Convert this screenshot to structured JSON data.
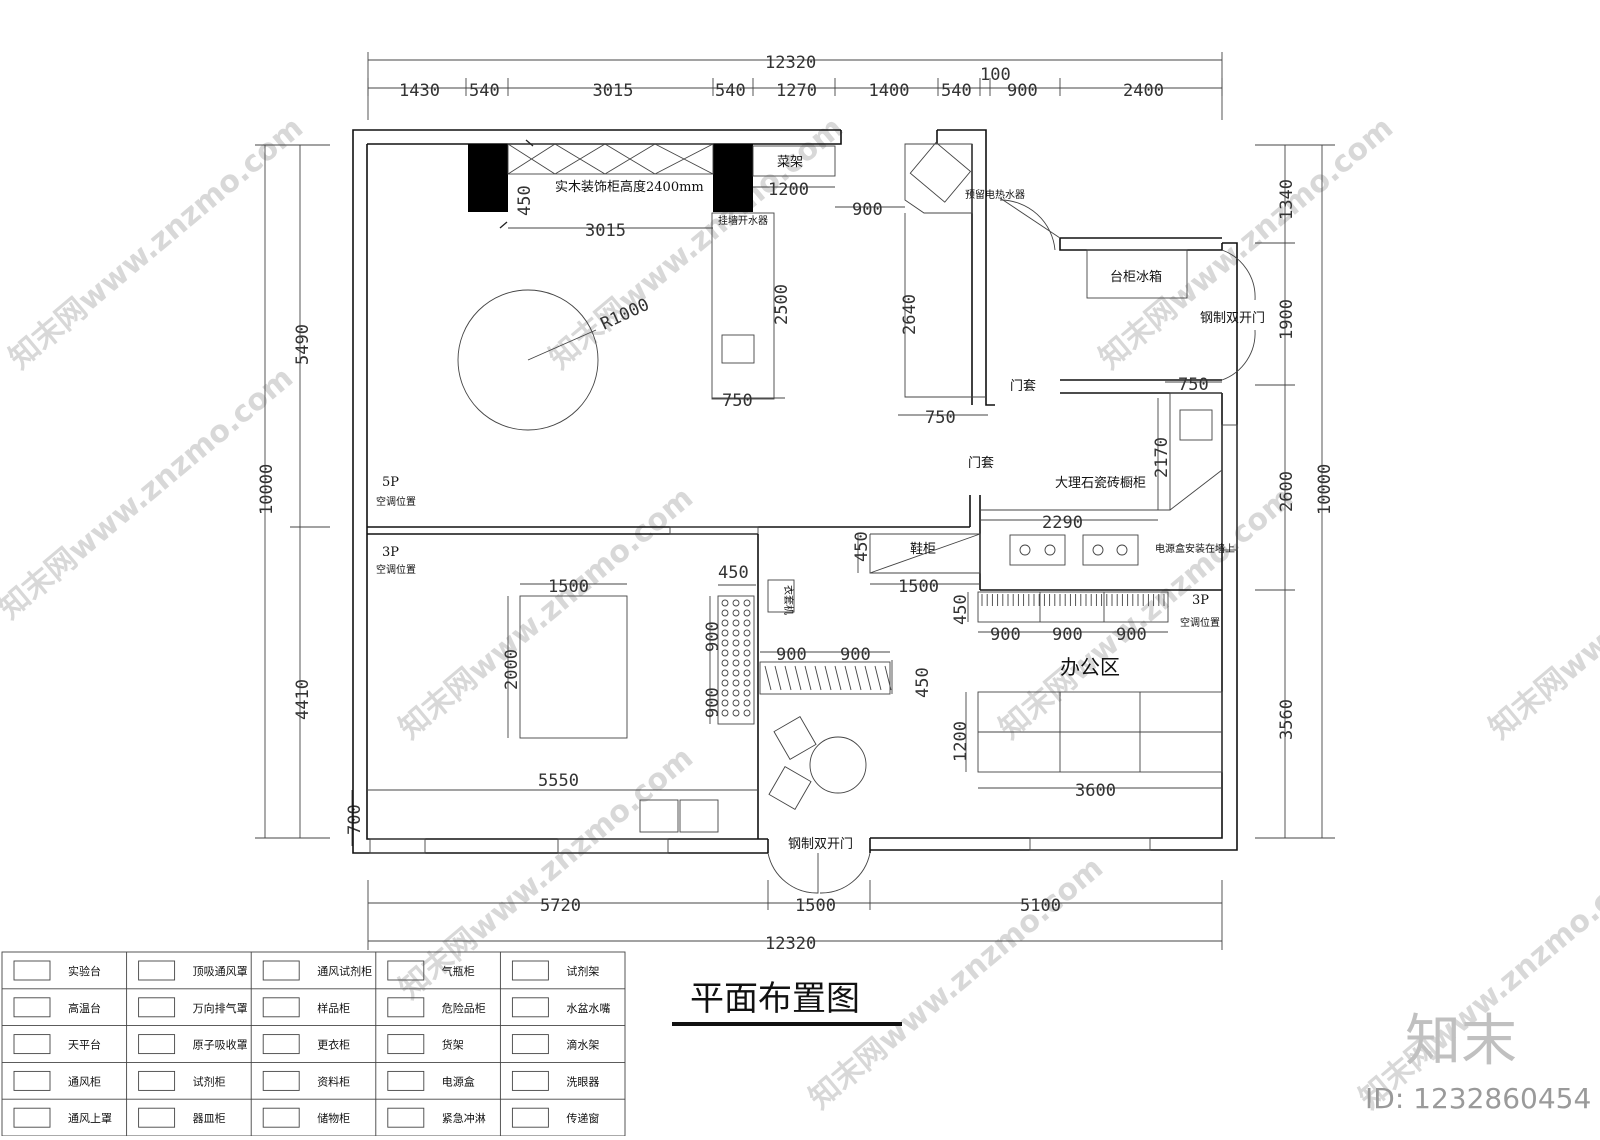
{
  "title": "平面布置图",
  "brand": {
    "name": "知末",
    "id": "ID: 1232860454",
    "watermark": "知末网www.znzmo.com"
  },
  "dimensions": {
    "top_total": "12320",
    "top_segments": [
      "1430",
      "540",
      "3015",
      "540",
      "1270",
      "1400",
      "540",
      "100",
      "900",
      "2400"
    ],
    "bottom_segments": [
      "5720",
      "1500",
      "5100"
    ],
    "bottom_total": "12320",
    "left_outer": "10000",
    "left_inner": [
      "5490",
      "4410"
    ],
    "right_outer": "10000",
    "right_inner": [
      "1340",
      "1900",
      "2600",
      "3560"
    ],
    "left_small": "700",
    "interior": {
      "cab_depth": "450",
      "cab_len": "3015",
      "shelf_w": "1200",
      "sink_w": "900",
      "island_len": "2500",
      "island_w": "750",
      "bench_len": "2640",
      "bench_w": "750",
      "radius": "R1000",
      "door_gap": "750",
      "marble_h": "2170",
      "marble_w": "2290",
      "shoe_h": "450",
      "shoe_w": "1500",
      "table_w": "1500",
      "table_h": "2000",
      "rack_h1": "900",
      "rack_h2": "900",
      "rack_w": "450",
      "hang_w1": "900",
      "hang_w2": "900",
      "hang_h": "450",
      "office_h": "450",
      "office_w1": "900",
      "office_w2": "900",
      "office_w3": "900",
      "desk_h": "1200",
      "desk_w": "3600",
      "bottom_bench": "5550"
    }
  },
  "labels": {
    "cabinet": "实木装饰柜高度2400mm",
    "veg_rack": "菜架",
    "water_heater": "预留电热水器",
    "wall_boiler": "挂墙开水器",
    "fridge": "台柜冰箱",
    "steel_door_right": "钢制双开门",
    "door_frame_1": "门套",
    "door_frame_2": "门套",
    "marble": "大理石瓷砖橱柜",
    "power_box": "电源盒安装在墙上",
    "shoe": "鞋柜",
    "ac_5p": "5P",
    "ac_5p_pos": "空调位置",
    "ac_3p_left": "3P",
    "ac_3p_left_pos": "空调位置",
    "ac_3p_right": "3P",
    "ac_3p_right_pos": "空调位置",
    "clothes": "衣套机",
    "office": "办公区",
    "steel_door_bottom": "钢制双开门"
  },
  "legend": [
    [
      "实验台",
      "顶吸通风罩",
      "通风试剂柜",
      "气瓶柜",
      "试剂架"
    ],
    [
      "高温台",
      "万向排气罩",
      "样品柜",
      "危险品柜",
      "水盆水嘴"
    ],
    [
      "天平台",
      "原子吸收罩",
      "更衣柜",
      "货架",
      "滴水架"
    ],
    [
      "通风柜",
      "试剂柜",
      "资料柜",
      "电源盒",
      "洗眼器"
    ],
    [
      "通风上罩",
      "器皿柜",
      "储物柜",
      "紧急冲淋",
      "传递窗"
    ]
  ]
}
